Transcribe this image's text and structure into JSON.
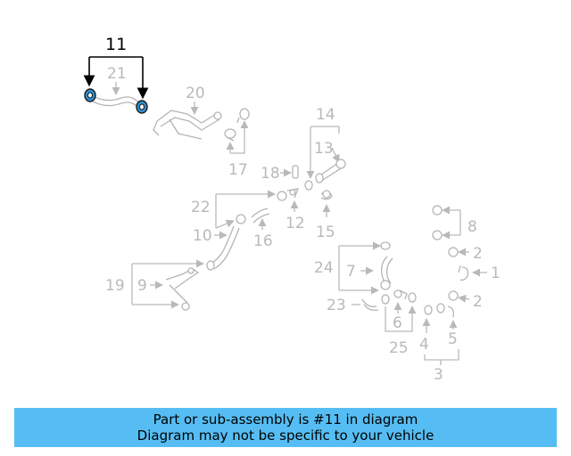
{
  "callouts": {
    "c11": "11",
    "c21": "21",
    "c20": "20",
    "c14": "14",
    "c13": "13",
    "c17": "17",
    "c18": "18",
    "c22": "22",
    "c12": "12",
    "c15": "15",
    "c16": "16",
    "c10": "10",
    "c8": "8",
    "c2a": "2",
    "c1": "1",
    "c24": "24",
    "c7": "7",
    "c2b": "2",
    "c19": "19",
    "c9": "9",
    "c23": "23",
    "c6": "6",
    "c5": "5",
    "c4": "4",
    "c25": "25",
    "c3": "3"
  },
  "colors": {
    "highlight": "#2f8fd0",
    "banner": "#55bdf3",
    "callout_inactive": "#b9b9b9"
  },
  "banner": {
    "line1": "Part or sub-assembly is #11 in diagram",
    "line2": "Diagram may not be specific to your vehicle"
  }
}
